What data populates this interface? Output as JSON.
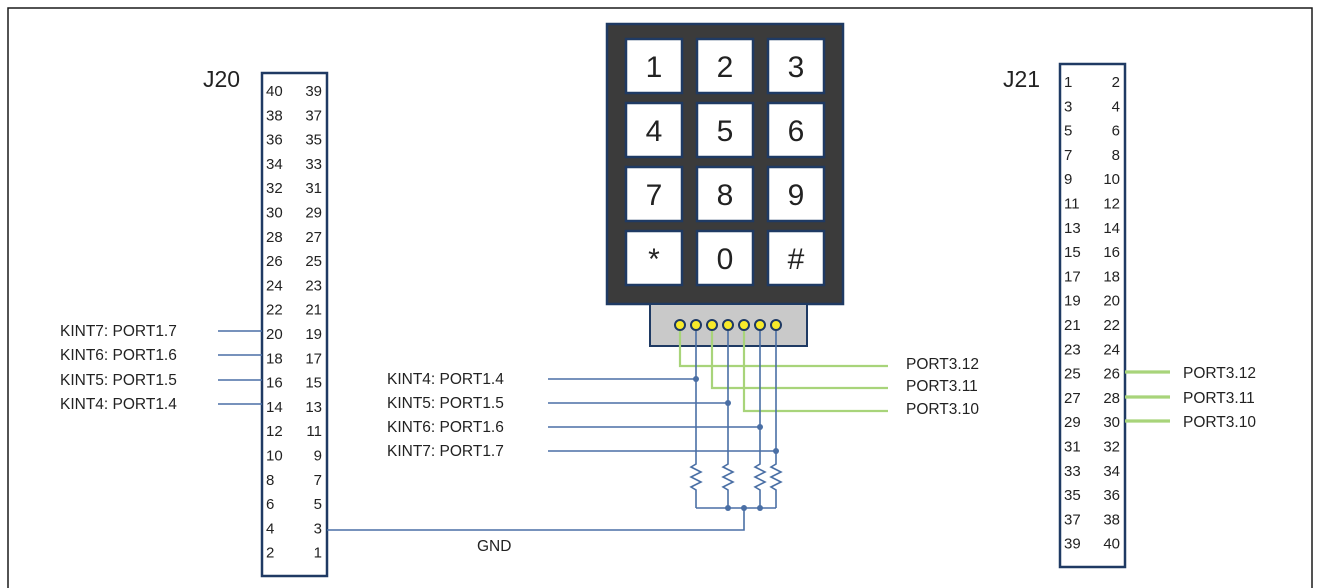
{
  "headers": {
    "j20": {
      "label": "J20",
      "rows": [
        [
          "40",
          "39"
        ],
        [
          "38",
          "37"
        ],
        [
          "36",
          "35"
        ],
        [
          "34",
          "33"
        ],
        [
          "32",
          "31"
        ],
        [
          "30",
          "29"
        ],
        [
          "28",
          "27"
        ],
        [
          "26",
          "25"
        ],
        [
          "24",
          "23"
        ],
        [
          "22",
          "21"
        ],
        [
          "20",
          "19"
        ],
        [
          "18",
          "17"
        ],
        [
          "16",
          "15"
        ],
        [
          "14",
          "13"
        ],
        [
          "12",
          "11"
        ],
        [
          "10",
          "9"
        ],
        [
          "8",
          "7"
        ],
        [
          "6",
          "5"
        ],
        [
          "4",
          "3"
        ],
        [
          "2",
          "1"
        ]
      ]
    },
    "j21": {
      "label": "J21",
      "rows": [
        [
          "1",
          "2"
        ],
        [
          "3",
          "4"
        ],
        [
          "5",
          "6"
        ],
        [
          "7",
          "8"
        ],
        [
          "9",
          "10"
        ],
        [
          "11",
          "12"
        ],
        [
          "13",
          "14"
        ],
        [
          "15",
          "16"
        ],
        [
          "17",
          "18"
        ],
        [
          "19",
          "20"
        ],
        [
          "21",
          "22"
        ],
        [
          "23",
          "24"
        ],
        [
          "25",
          "26"
        ],
        [
          "27",
          "28"
        ],
        [
          "29",
          "30"
        ],
        [
          "31",
          "32"
        ],
        [
          "33",
          "34"
        ],
        [
          "35",
          "36"
        ],
        [
          "37",
          "38"
        ],
        [
          "39",
          "40"
        ]
      ]
    }
  },
  "j20_signals": [
    "KINT7: PORT1.7",
    "KINT6: PORT1.6",
    "KINT5: PORT1.5",
    "KINT4: PORT1.4"
  ],
  "keypad_row_signals": [
    "KINT4: PORT1.4",
    "KINT5: PORT1.5",
    "KINT6: PORT1.6",
    "KINT7: PORT1.7"
  ],
  "keypad_col_signals": [
    "PORT3.12",
    "PORT3.11",
    "PORT3.10"
  ],
  "j21_signals": [
    "PORT3.12",
    "PORT3.11",
    "PORT3.10"
  ],
  "keypad_keys": [
    "1",
    "2",
    "3",
    "4",
    "5",
    "6",
    "7",
    "8",
    "9",
    "*",
    "0",
    "#"
  ],
  "gnd_label": "GND",
  "colors": {
    "header_outline": "#1f3a63",
    "row_wire": "#4a6fa5",
    "column_wire": "#a8d47a",
    "keypad_body": "#3b3b3b",
    "connector_pin": "#f7ea2a"
  }
}
